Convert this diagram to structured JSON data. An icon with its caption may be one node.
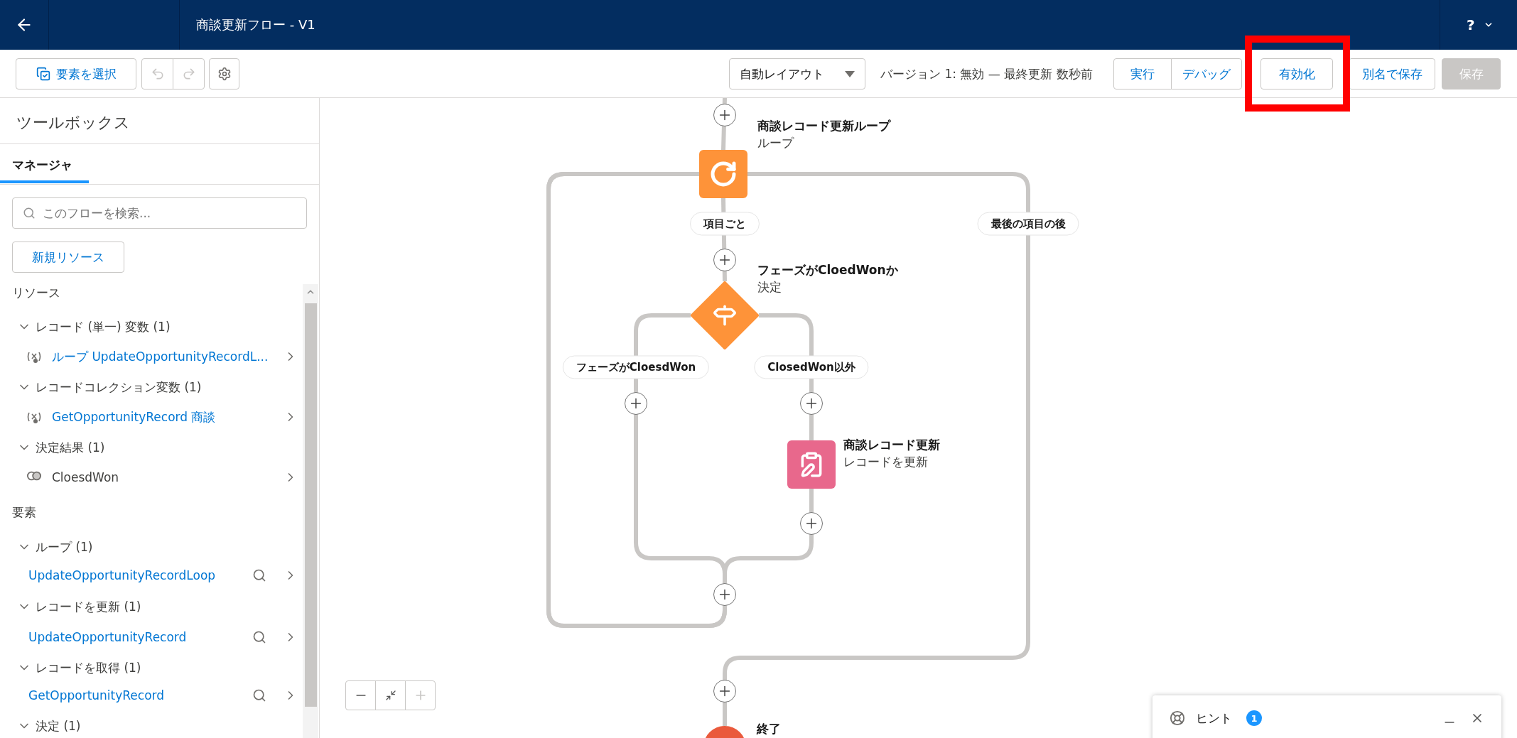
{
  "diagram": {
    "nodes": [
      {
        "text": [
          "商談レコード更新ループ",
          "ループ"
        ]
      },
      {
        "text": [
          "フェーズがCloedWonか",
          "決定"
        ]
      },
      {
        "text": [
          "商談レコード更新",
          "レコードを更新"
        ]
      },
      {
        "text": [
          "終了"
        ]
      }
    ],
    "edges": [
      {
        "from": null,
        "to": 0,
        "arrow": "none"
      },
      {
        "from": 0,
        "to": 1,
        "arrow": "none",
        "label": "項目ごと"
      },
      {
        "from": 1,
        "to": 0,
        "arrow": "none",
        "label": "フェーズがCloesdWon"
      },
      {
        "from": 1,
        "to": 2,
        "arrow": "none",
        "label": "ClosedWon以外"
      },
      {
        "from": 2,
        "to": 0,
        "arrow": "none"
      },
      {
        "from": 0,
        "to": 3,
        "arrow": "none",
        "label": "最後の項目の後"
      }
    ],
    "labels": [
      "商談更新フロー - V1",
      "?",
      "要素を選択",
      "自動レイアウト",
      "バージョン 1: 無効 — 最終更新 数秒前",
      "実行",
      "デバッグ",
      "有効化",
      "別名で保存",
      "保存",
      "ツールボックス",
      "マネージャ",
      "このフローを検索...",
      "新規リソース",
      "リソース",
      "レコード (単一) 変数 (1)",
      "ループ UpdateOpportunityRecordL...",
      "レコードコレクション変数 (1)",
      "GetOpportunityRecord 商談",
      "決定結果 (1)",
      "CloesdWon",
      "要素",
      "ループ (1)",
      "UpdateOpportunityRecordLoop",
      "レコードを更新 (1)",
      "UpdateOpportunityRecord",
      "レコードを取得 (1)",
      "GetOpportunityRecord",
      "決定 (1)",
      "ヒント",
      "1"
    ]
  }
}
